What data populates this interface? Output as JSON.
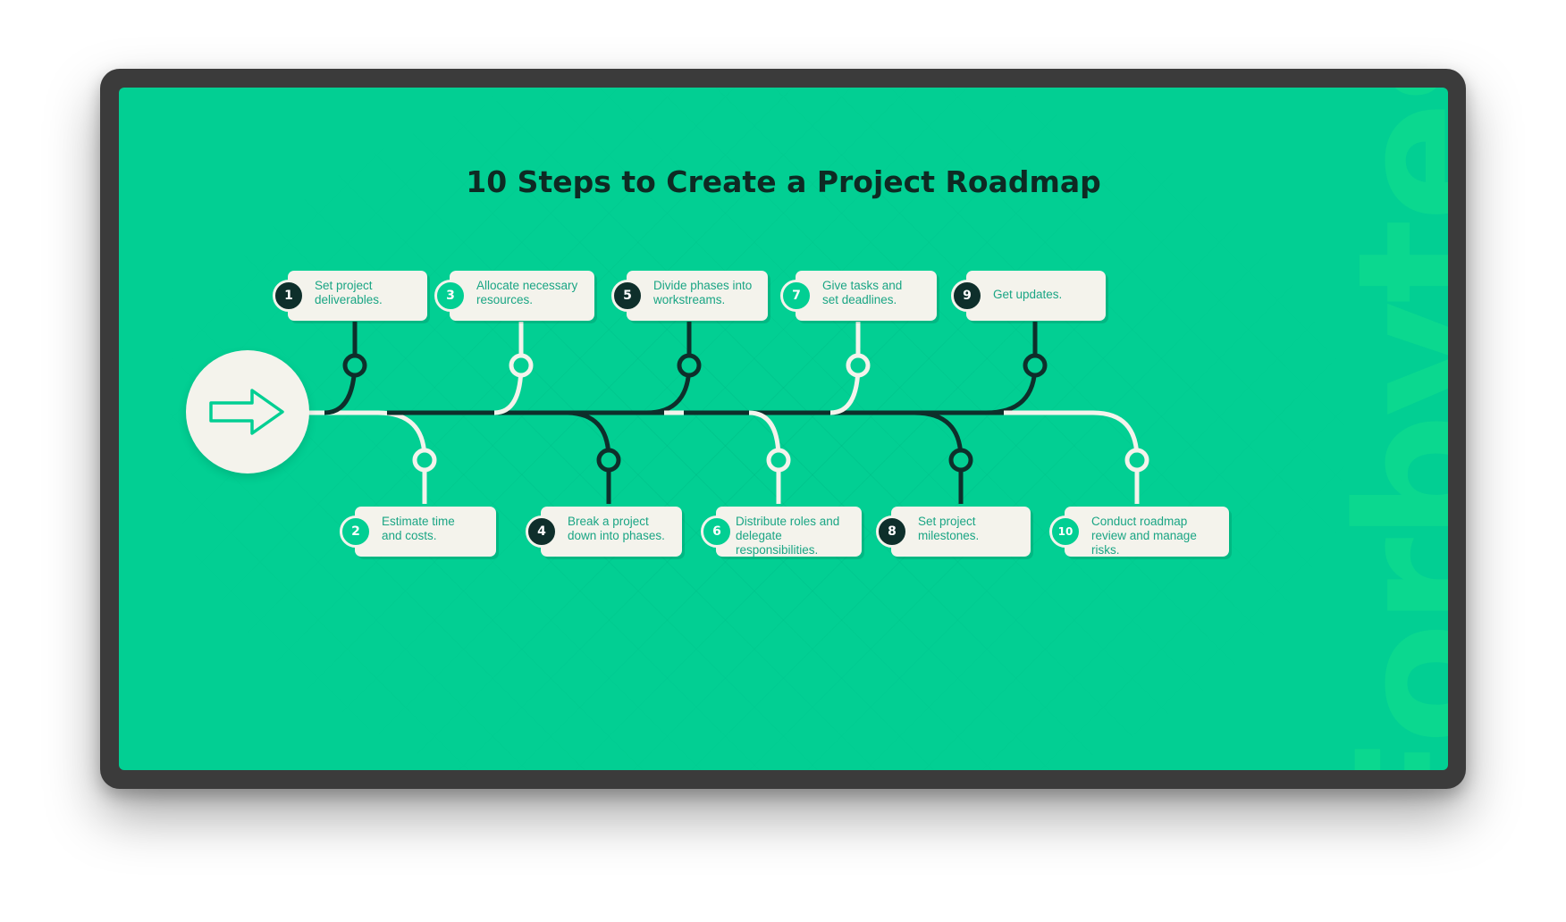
{
  "title": "10 Steps to Create a Project Roadmap",
  "watermark": "Forbytes",
  "start_icon": "right-arrow-icon",
  "colors": {
    "background": "#02cf93",
    "dark_line": "#0e2f2b",
    "light_line": "#f4f3ec",
    "card": "#f4f3ec",
    "card_text": "#1aa584",
    "title": "#0e2a23"
  },
  "steps": [
    {
      "number": "1",
      "text": "Set project\ndeliverables."
    },
    {
      "number": "2",
      "text": "Estimate time\nand costs."
    },
    {
      "number": "3",
      "text": "Allocate necessary\nresources."
    },
    {
      "number": "4",
      "text": "Break a project\ndown into phases."
    },
    {
      "number": "5",
      "text": "Divide phases into\nworkstreams."
    },
    {
      "number": "6",
      "text": "Distribute roles and\ndelegate responsibilities."
    },
    {
      "number": "7",
      "text": "Give tasks and\nset deadlines."
    },
    {
      "number": "8",
      "text": "Set project\nmilestones."
    },
    {
      "number": "9",
      "text": "Get updates."
    },
    {
      "number": "10",
      "text": "Conduct roadmap\nreview and manage risks."
    }
  ]
}
